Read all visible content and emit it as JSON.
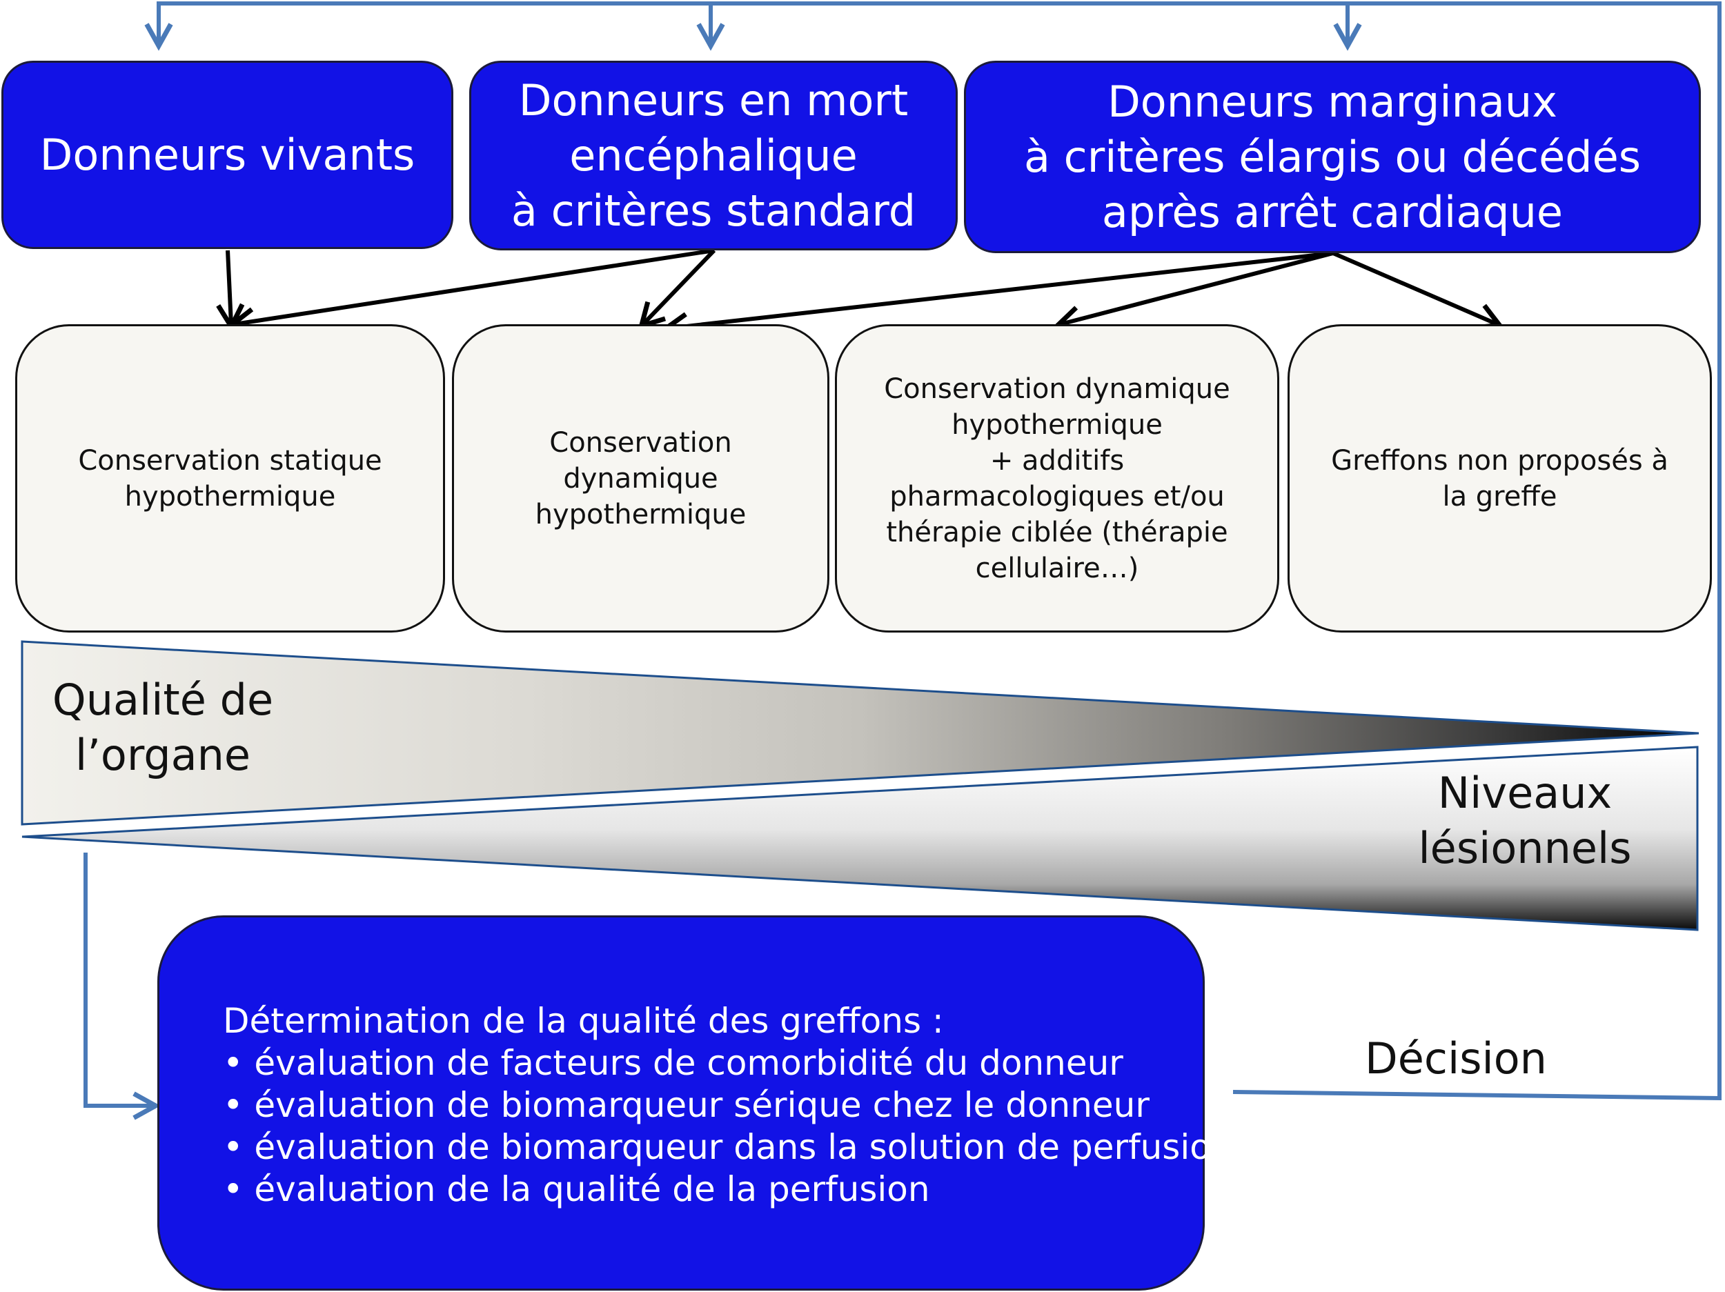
{
  "donors": {
    "living": {
      "lines": [
        "Donneurs vivants"
      ]
    },
    "brain_death": {
      "lines": [
        "Donneurs en mort",
        "encéphalique",
        "à critères standard"
      ]
    },
    "marginal": {
      "lines": [
        "Donneurs marginaux",
        "à critères élargis ou décédés",
        "après arrêt cardiaque"
      ]
    }
  },
  "conservation": {
    "static": {
      "lines": [
        "Conservation statique",
        "hypothermique"
      ]
    },
    "dynamic": {
      "lines": [
        "Conservation",
        "dynamique",
        "hypothermique"
      ]
    },
    "dynamic_plus": {
      "lines": [
        "Conservation dynamique",
        "hypothermique",
        "+ additifs",
        "pharmacologiques et/ou",
        "thérapie ciblée (thérapie",
        "cellulaire…)"
      ]
    },
    "not_proposed": {
      "lines": [
        "Greffons non proposés à",
        "la greffe"
      ]
    }
  },
  "organ_quality": {
    "lines": [
      "Qualité de",
      "l’organe"
    ]
  },
  "lesion_levels": {
    "lines": [
      "Niveaux",
      "lésionnels"
    ]
  },
  "quality_evaluation": {
    "title": "Détermination de la qualité des greffons :",
    "items": [
      "évaluation de facteurs de comorbidité du donneur",
      "évaluation de biomarqueur sérique chez le donneur",
      "évaluation de biomarqueur dans la solution de perfusion",
      "évaluation de la qualité de la perfusion"
    ]
  },
  "decision": "Décision",
  "colors": {
    "donor_fill": "#1212e6",
    "feedback_arrow": "#4a7ab8",
    "box_fill": "#f7f6f2",
    "arrow": "#000000"
  }
}
